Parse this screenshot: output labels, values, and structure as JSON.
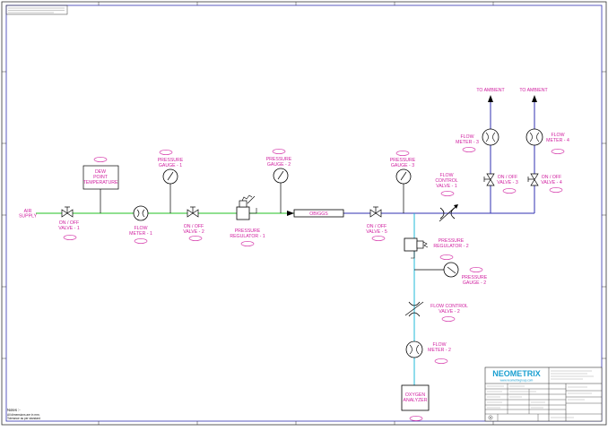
{
  "colors": {
    "main_line": "#22c022",
    "cyan_line": "#20b8d8",
    "blue_line": "#3030b0",
    "label": "#d020a0",
    "symbol": "#000000",
    "logo": "#1a9fd0"
  },
  "labels": {
    "air_supply": "AIR\nSUPPLY",
    "dew_point": "DEW\nPOINT\nTEMPERATURE",
    "pg1": "PRESSURE\nGAUGE - 1",
    "pg2_top": "PRESSURE\nGAUGE - 2",
    "pg3": "PRESSURE\nGAUGE - 3",
    "valve1": "ON / OFF\nVALVE - 1",
    "flowmeter1": "FLOW\nMETER - 1",
    "valve2": "ON / OFF\nVALVE - 2",
    "regulator1": "PRESSURE\nREGULATOR - 1",
    "obiggs": "OBIGGS",
    "valve5": "ON / OFF\nVALVE - 5",
    "fcv1": "FLOW\nCONTROL\nVALVE - 1",
    "fm3": "FLOW\nMETER - 3",
    "fm4": "FLOW\nMETER - 4",
    "valve3": "ON / OFF\nVALVE - 3",
    "valve4": "ON / OFF\nVALVE - 4",
    "to_ambient_1": "TO AMBIENT",
    "to_ambient_2": "TO AMBIENT",
    "regulator2": "PRESSURE\nREGULATOR - 2",
    "pg2_bottom": "PRESSURE\nGAUGE - 2",
    "fcv2": "FLOW CONTROL\nVALVE - 2",
    "fm2": "FLOW\nMETER - 2",
    "oxygen": "OXYGEN\nANALYZER"
  },
  "notes": {
    "title": "Notes :-",
    "line1": "All dimensions are in mm.",
    "line2": "Tolerance as per standard"
  },
  "title_block": {
    "logo": "NEOMETRIX",
    "tagline": "www.neometrixgroup.com"
  }
}
